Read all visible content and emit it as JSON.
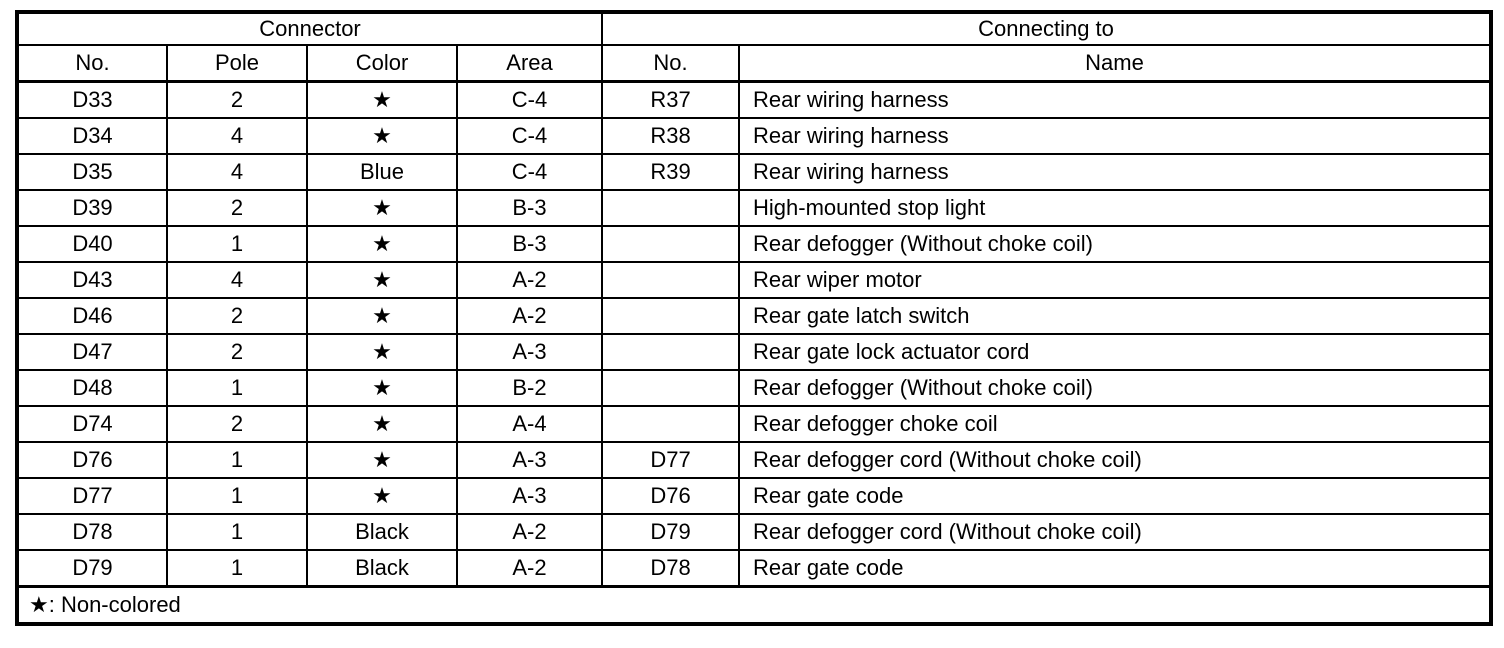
{
  "table": {
    "header_groups": [
      {
        "label": "Connector",
        "span": 4
      },
      {
        "label": "Connecting to",
        "span": 2
      }
    ],
    "columns": [
      "No.",
      "Pole",
      "Color",
      "Area",
      "No.",
      "Name"
    ],
    "rows": [
      [
        "D33",
        "2",
        "★",
        "C-4",
        "R37",
        "Rear wiring harness"
      ],
      [
        "D34",
        "4",
        "★",
        "C-4",
        "R38",
        "Rear wiring harness"
      ],
      [
        "D35",
        "4",
        "Blue",
        "C-4",
        "R39",
        "Rear wiring harness"
      ],
      [
        "D39",
        "2",
        "★",
        "B-3",
        "",
        "High-mounted stop light"
      ],
      [
        "D40",
        "1",
        "★",
        "B-3",
        "",
        "Rear defogger (Without choke coil)"
      ],
      [
        "D43",
        "4",
        "★",
        "A-2",
        "",
        "Rear wiper motor"
      ],
      [
        "D46",
        "2",
        "★",
        "A-2",
        "",
        "Rear gate latch switch"
      ],
      [
        "D47",
        "2",
        "★",
        "A-3",
        "",
        "Rear gate lock actuator cord"
      ],
      [
        "D48",
        "1",
        "★",
        "B-2",
        "",
        "Rear defogger (Without choke coil)"
      ],
      [
        "D74",
        "2",
        "★",
        "A-4",
        "",
        "Rear defogger choke coil"
      ],
      [
        "D76",
        "1",
        "★",
        "A-3",
        "D77",
        "Rear defogger cord (Without choke coil)"
      ],
      [
        "D77",
        "1",
        "★",
        "A-3",
        "D76",
        "Rear gate code"
      ],
      [
        "D78",
        "1",
        "Black",
        "A-2",
        "D79",
        "Rear defogger cord (Without choke coil)"
      ],
      [
        "D79",
        "1",
        "Black",
        "A-2",
        "D78",
        "Rear gate code"
      ]
    ],
    "footnote": "★: Non-colored",
    "star_symbol": "★"
  },
  "colors": {
    "border": "#000000",
    "text": "#000000",
    "background": "#ffffff"
  }
}
